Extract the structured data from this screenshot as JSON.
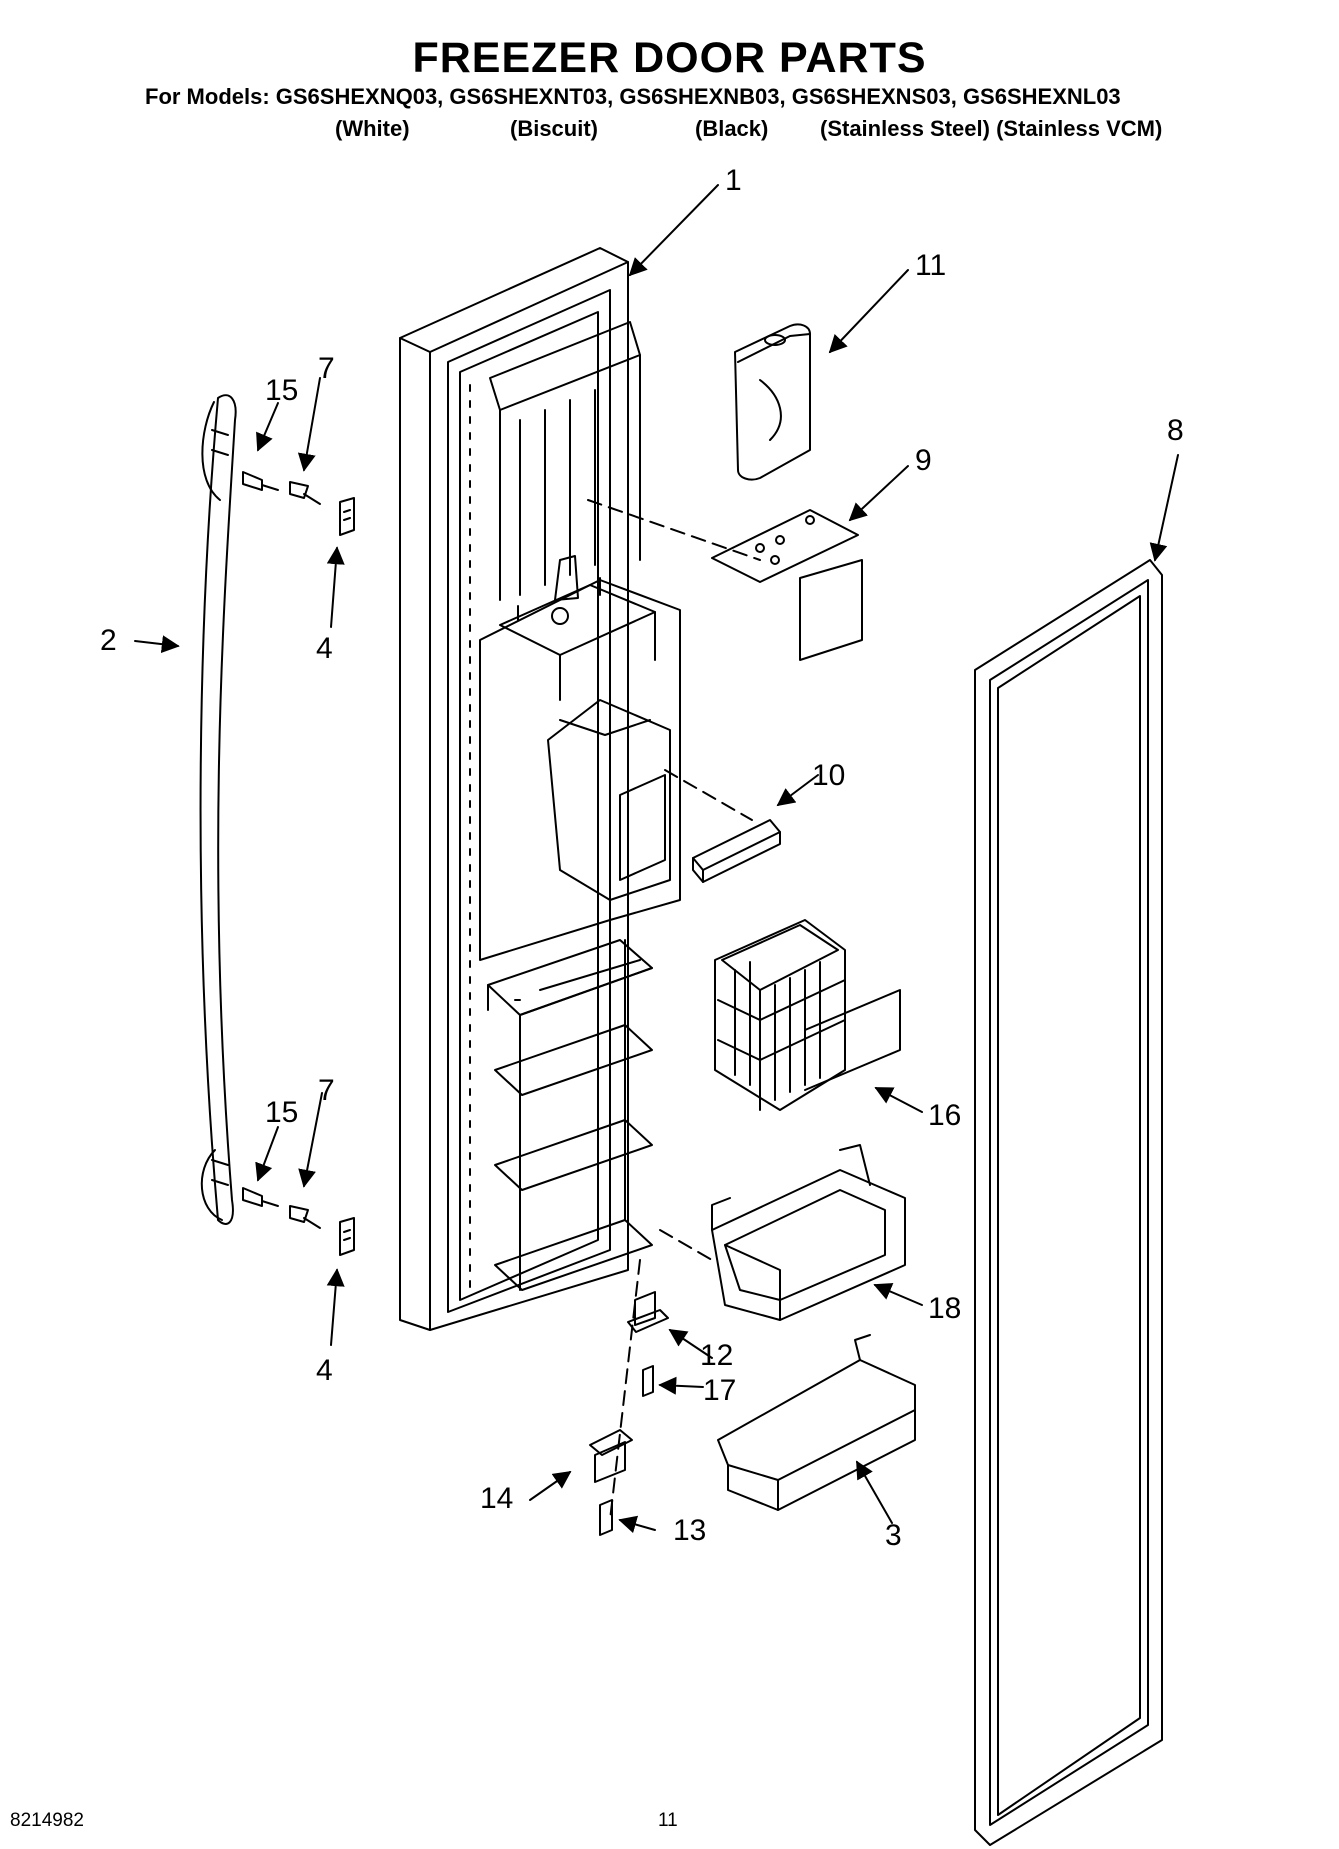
{
  "title": "FREEZER DOOR PARTS",
  "models_line": "For Models: GS6SHEXNQ03, GS6SHEXNT03, GS6SHEXNB03, GS6SHEXNS03, GS6SHEXNL03",
  "finishes": [
    "(White)",
    "(Biscuit)",
    "(Black)",
    "(Stainless Steel) (Stainless VCM)"
  ],
  "callouts": [
    "1",
    "11",
    "15",
    "7",
    "9",
    "8",
    "2",
    "4",
    "10",
    "16",
    "15",
    "7",
    "18",
    "4",
    "12",
    "17",
    "14",
    "13",
    "3"
  ],
  "footer": {
    "doc_number": "8214982",
    "page_number": "11"
  }
}
